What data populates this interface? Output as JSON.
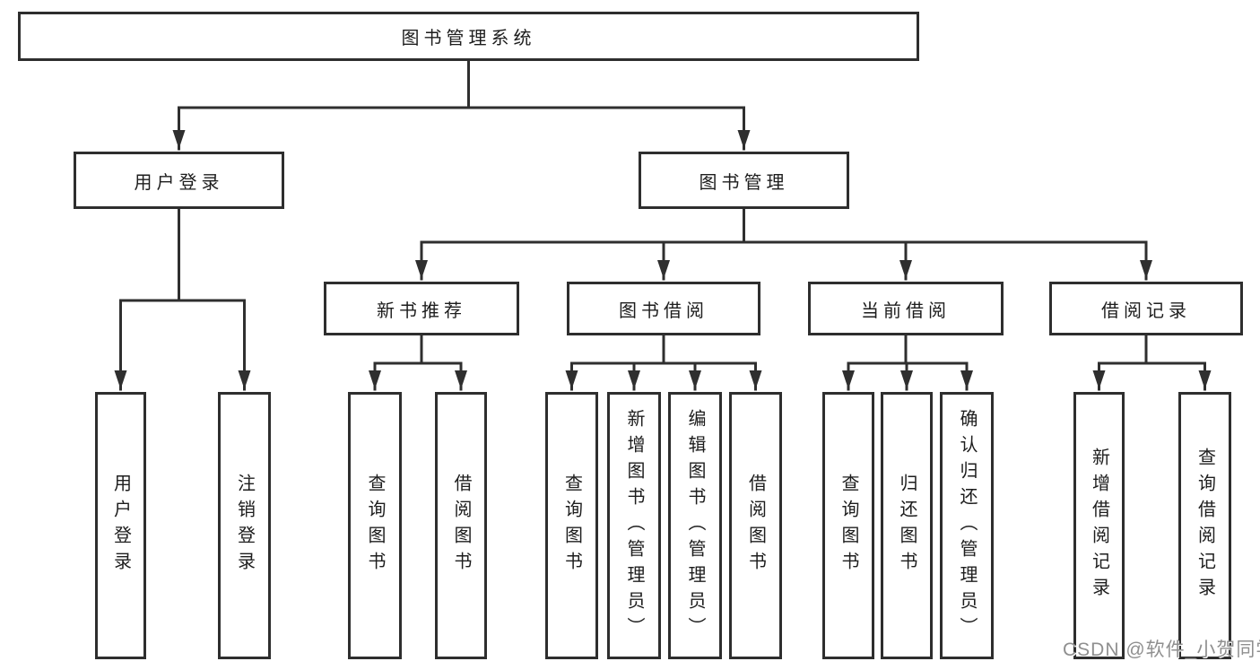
{
  "tree": {
    "root": "图书管理系统",
    "branches": [
      {
        "label": "用户登录",
        "leaves": [
          "用户登录",
          "注销登录"
        ]
      },
      {
        "label": "图书管理",
        "groups": [
          {
            "label": "新书推荐",
            "leaves": [
              "查询图书",
              "借阅图书"
            ]
          },
          {
            "label": "图书借阅",
            "leaves": [
              "查询图书",
              "新增图书（管理员）",
              "编辑图书（管理员）",
              "借阅图书"
            ]
          },
          {
            "label": "当前借阅",
            "leaves": [
              "查询图书",
              "归还图书",
              "确认归还（管理员）"
            ]
          },
          {
            "label": "借阅记录",
            "leaves": [
              "新增借阅记录",
              "查询借阅记录"
            ]
          }
        ]
      }
    ]
  },
  "watermark": "CSDN @软件_小贺同学",
  "colors": {
    "line": "#2f2f2f",
    "box_border": "#2e2e2e",
    "text": "#1d1d1d",
    "watermark": "#8f8f8f",
    "background": "#ffffff"
  }
}
